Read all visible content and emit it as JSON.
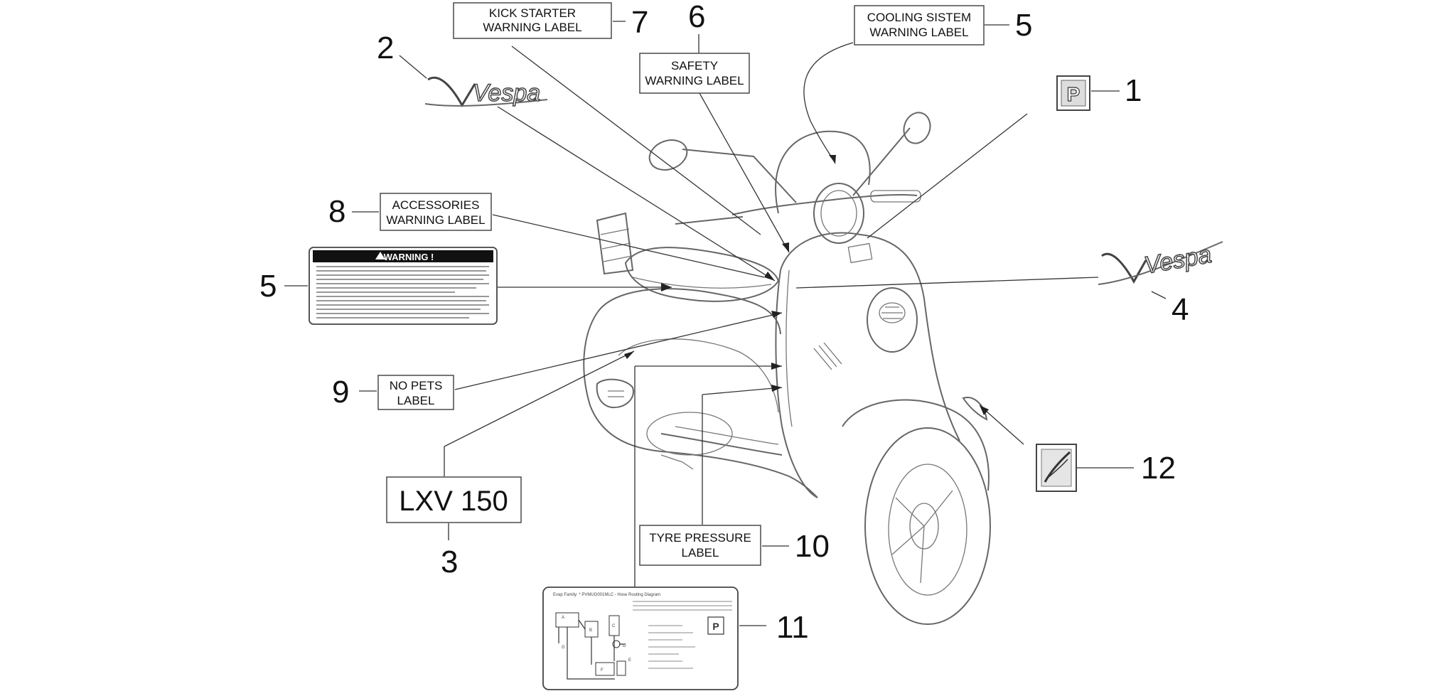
{
  "callouts": [
    {
      "id": "1",
      "label": ""
    },
    {
      "id": "2",
      "label": ""
    },
    {
      "id": "3",
      "label": "LXV 150"
    },
    {
      "id": "4",
      "label": ""
    },
    {
      "id": "5",
      "label": "COOLING SISTEM WARNING LABEL"
    },
    {
      "id": "5",
      "label": "WARNING !"
    },
    {
      "id": "6",
      "label": "SAFETY WARNING LABEL"
    },
    {
      "id": "7",
      "label": "KICK STARTER WARNING LABEL"
    },
    {
      "id": "8",
      "label": "ACCESSORIES WARNING LABEL"
    },
    {
      "id": "9",
      "label": "NO PETS LABEL"
    },
    {
      "id": "10",
      "label": "TYRE PRESSURE LABEL"
    },
    {
      "id": "11",
      "label": ""
    },
    {
      "id": "12",
      "label": ""
    }
  ],
  "labels": {
    "kick_line1": "KICK STARTER",
    "kick_line2": "WARNING LABEL",
    "safety_line1": "SAFETY",
    "safety_line2": "WARNING LABEL",
    "cooling_line1": "COOLING SISTEM",
    "cooling_line2": "WARNING LABEL",
    "acc_line1": "ACCESSORIES",
    "acc_line2": "WARNING LABEL",
    "pets_line1": "NO PETS",
    "pets_line2": "LABEL",
    "tyre_line1": "TYRE PRESSURE",
    "tyre_line2": "LABEL",
    "warning_title": "WARNING !",
    "model_plate": "LXV 150",
    "logo_text": "Vespa",
    "p_badge": "P"
  },
  "hose_diagram": {
    "title": "Evap Family: * PVMUG001MLC - Hose Routing Diagram",
    "letters": [
      "A",
      "B",
      "C",
      "D",
      "E",
      "F",
      "G"
    ]
  }
}
